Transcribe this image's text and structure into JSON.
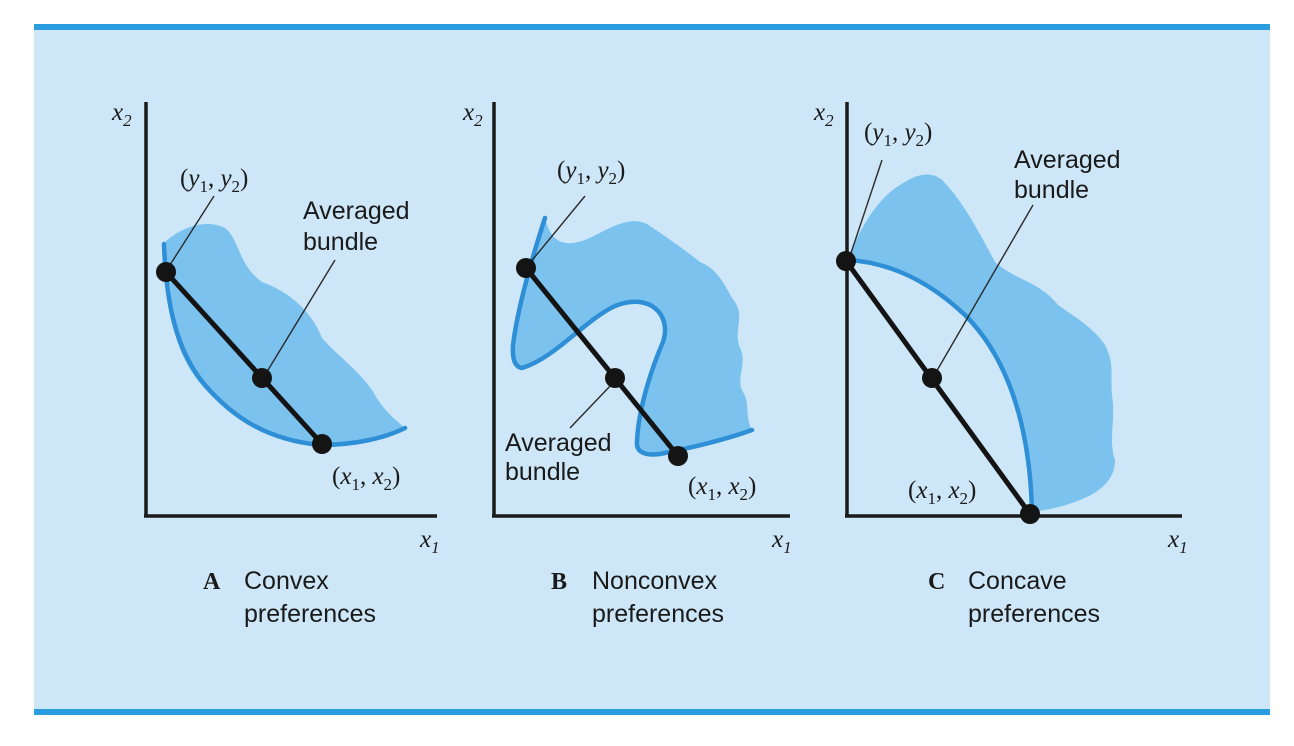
{
  "colors": {
    "background": "#cde7f8",
    "rule": "#2a9de0",
    "preferred_region": "#7cc2ee",
    "indifference_curve": "#2f8fd6",
    "ink": "#141414"
  },
  "axis_labels": {
    "x": "x",
    "x_sub": "1",
    "y": "x",
    "y_sub": "2"
  },
  "point_labels": {
    "y": {
      "open": "(",
      "v1": "y",
      "s1": "1",
      "sep": ", ",
      "v2": "y",
      "s2": "2",
      "close": ")"
    },
    "x": {
      "open": "(",
      "v1": "x",
      "s1": "1",
      "sep": ", ",
      "v2": "x",
      "s2": "2",
      "close": ")"
    }
  },
  "averaged": {
    "line1": "Averaged",
    "line2": "bundle"
  },
  "panels": [
    {
      "letter": "A",
      "line1": "Convex",
      "line2": "preferences"
    },
    {
      "letter": "B",
      "line1": "Nonconvex",
      "line2": "preferences"
    },
    {
      "letter": "C",
      "line1": "Concave",
      "line2": "preferences"
    }
  ]
}
